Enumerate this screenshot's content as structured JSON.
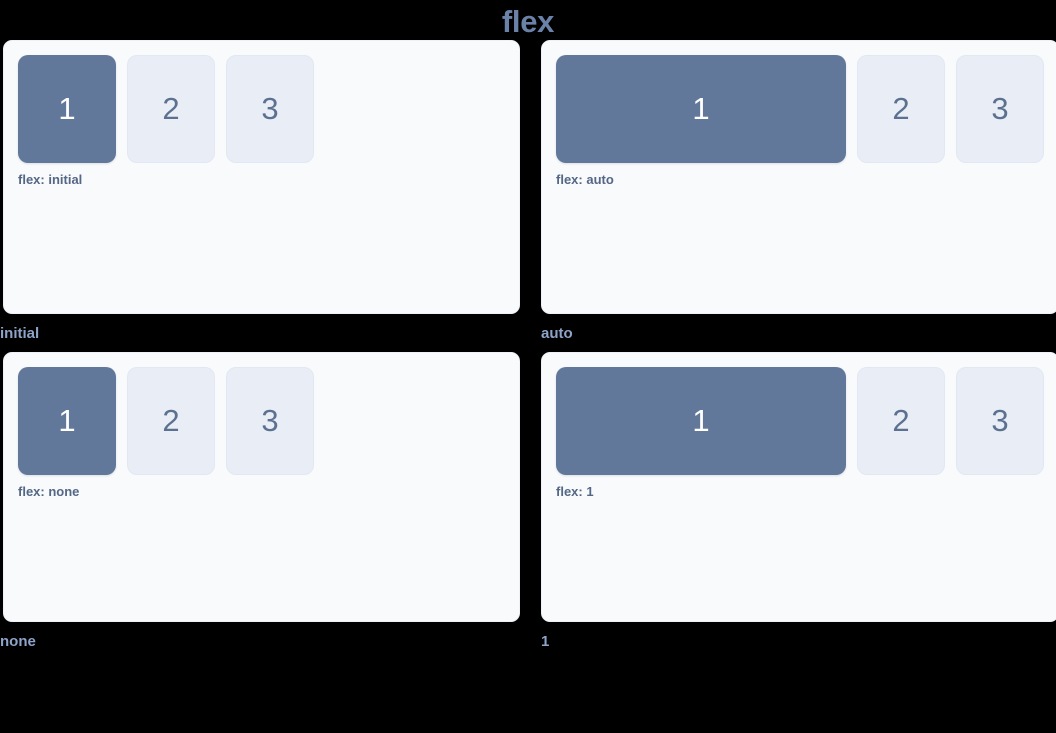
{
  "title": "flex",
  "theme": {
    "background": "#000000",
    "panel_bg": "#f8fafc",
    "panel_border": "#eef1f7",
    "primary_box": "#62789b",
    "muted_box": "#e9edf6",
    "muted_box_text": "#5c718f",
    "title_color": "#6b82a8",
    "caption_color": "#8da4c8",
    "code_label_color": "#546785"
  },
  "demos": [
    {
      "caption": "initial",
      "code_label": "flex: initial",
      "boxes": [
        {
          "label": "1",
          "style": "primary"
        },
        {
          "label": "2",
          "style": "muted"
        },
        {
          "label": "3",
          "style": "muted"
        }
      ]
    },
    {
      "caption": "auto",
      "code_label": "flex: auto",
      "boxes": [
        {
          "label": "1",
          "style": "primary"
        },
        {
          "label": "2",
          "style": "muted"
        },
        {
          "label": "3",
          "style": "muted"
        }
      ]
    },
    {
      "caption": "none",
      "code_label": "flex: none",
      "boxes": [
        {
          "label": "1",
          "style": "primary"
        },
        {
          "label": "2",
          "style": "muted"
        },
        {
          "label": "3",
          "style": "muted"
        }
      ]
    },
    {
      "caption": "1",
      "code_label": "flex: 1",
      "boxes": [
        {
          "label": "1",
          "style": "primary"
        },
        {
          "label": "2",
          "style": "muted"
        },
        {
          "label": "3",
          "style": "muted"
        }
      ]
    }
  ]
}
